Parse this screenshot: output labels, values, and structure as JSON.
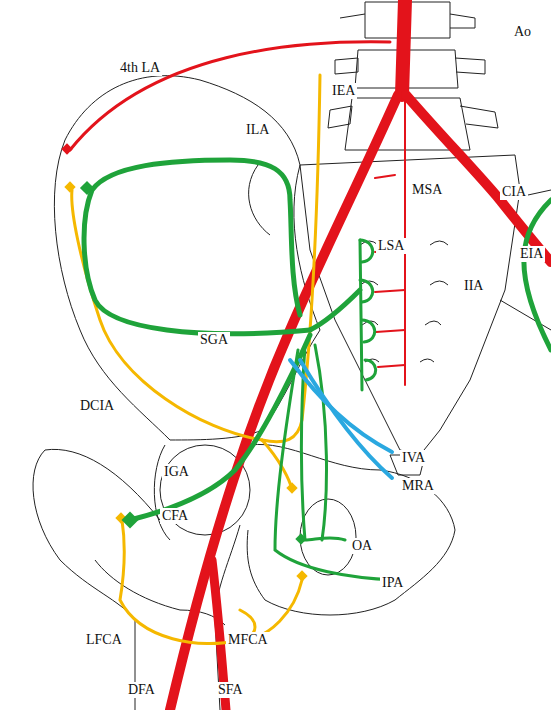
{
  "diagram": {
    "labels": [
      "Ao",
      "4th LA",
      "IEA",
      "ILA",
      "MSA",
      "CIA",
      "EIA",
      "LSA",
      "IIA",
      "SGA",
      "DCIA",
      "IVA",
      "MRA",
      "IGA",
      "CFA",
      "OA",
      "IPA",
      "LFCA",
      "MFCA",
      "DFA",
      "SFA"
    ]
  }
}
